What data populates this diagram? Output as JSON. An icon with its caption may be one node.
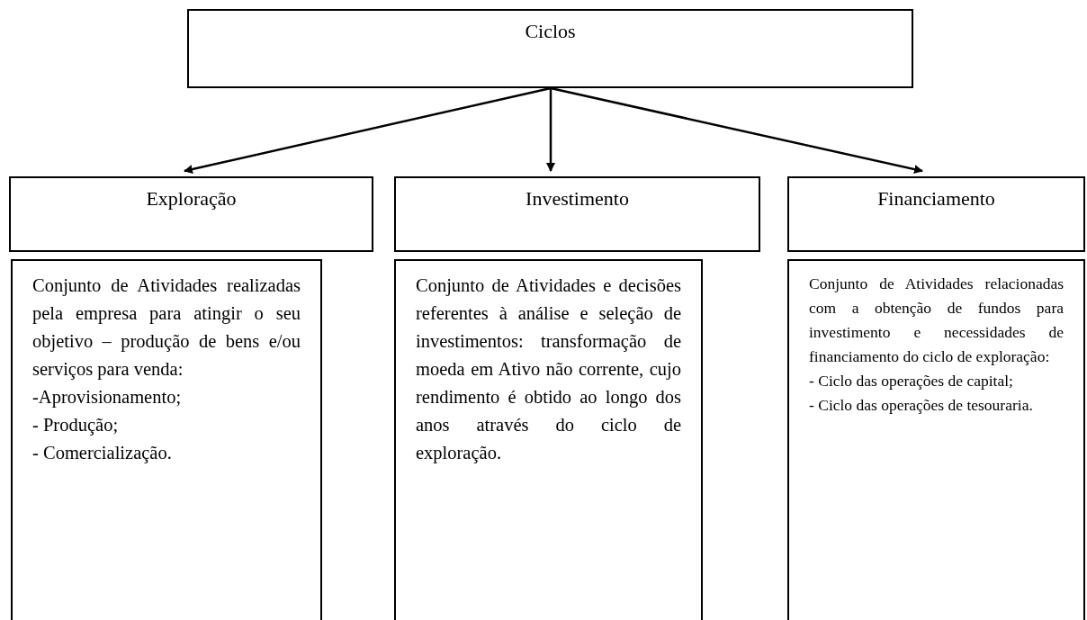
{
  "diagram": {
    "nodes": [
      {
        "text": [
          "Ciclos"
        ]
      },
      {
        "text": [
          "Exploração"
        ]
      },
      {
        "text": [
          "Investimento"
        ]
      },
      {
        "text": [
          "Financiamento"
        ]
      },
      {
        "text": [
          "Conjunto de Atividades realizadas pela empresa para atingir o seu objetivo – produção de bens e/ou serviços para venda:",
          "-Aprovisionamento;",
          "- Produção;",
          "- Comercialização."
        ]
      },
      {
        "text": [
          "Conjunto de Atividades e decisões referentes à análise e seleção de investimentos: transformação de moeda em Ativo não corrente, cujo rendimento é obtido ao longo dos anos através do ciclo de exploração."
        ]
      },
      {
        "text": [
          "Conjunto de Atividades relacionadas com a obtenção de fundos para investimento e necessidades de financiamento do ciclo de exploração:",
          "- Ciclo das operações de capital;",
          "- Ciclo das operações de tesouraria."
        ]
      }
    ],
    "edges": [
      {
        "from": 0,
        "to": 1,
        "arrow": "to"
      },
      {
        "from": 0,
        "to": 2,
        "arrow": "to"
      },
      {
        "from": 0,
        "to": 3,
        "arrow": "to"
      }
    ]
  }
}
